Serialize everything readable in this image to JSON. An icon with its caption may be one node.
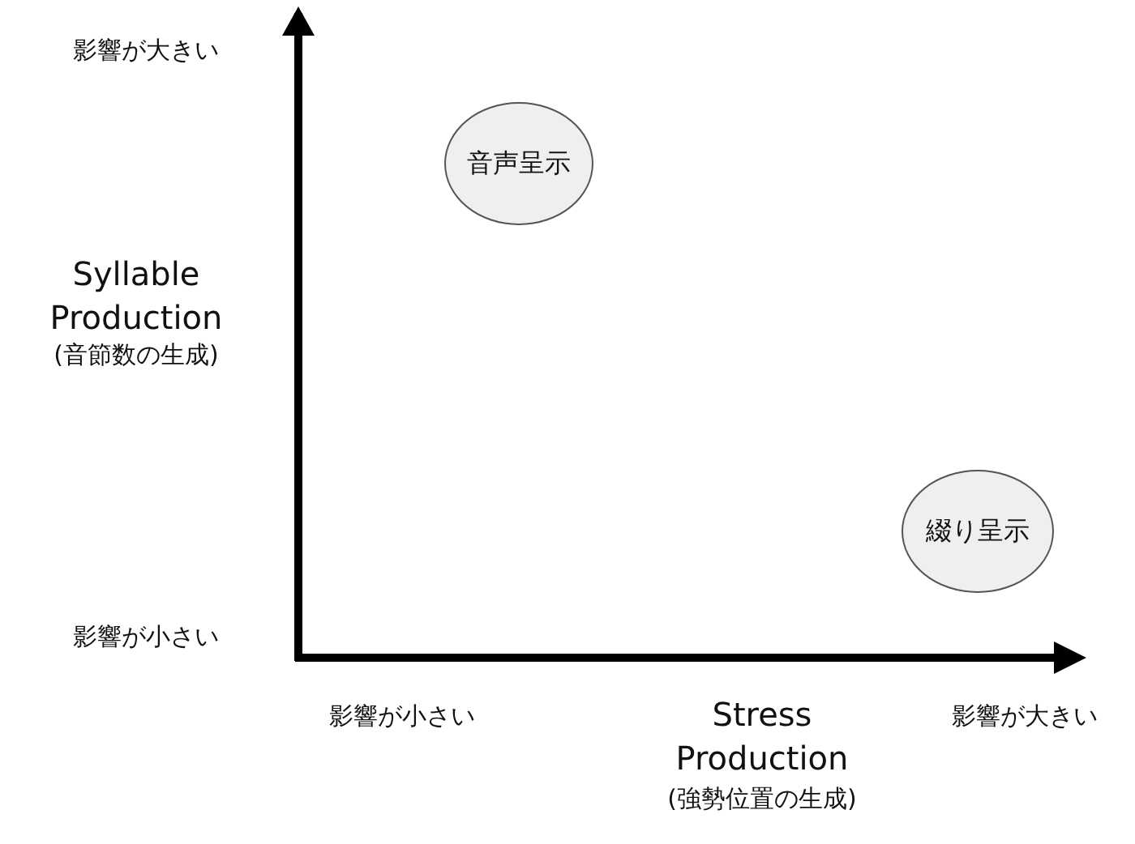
{
  "diagram": {
    "nodes": [
      {
        "text": [
          "音声呈示"
        ]
      },
      {
        "text": [
          "綴り呈示"
        ]
      }
    ],
    "labels": [
      "影響が大きい",
      "Syllable Production",
      "(音節数の生成)",
      "影響が小さい",
      "影響が小さい",
      "Stress Production",
      "(強勢位置の生成)",
      "影響が大きい"
    ]
  }
}
